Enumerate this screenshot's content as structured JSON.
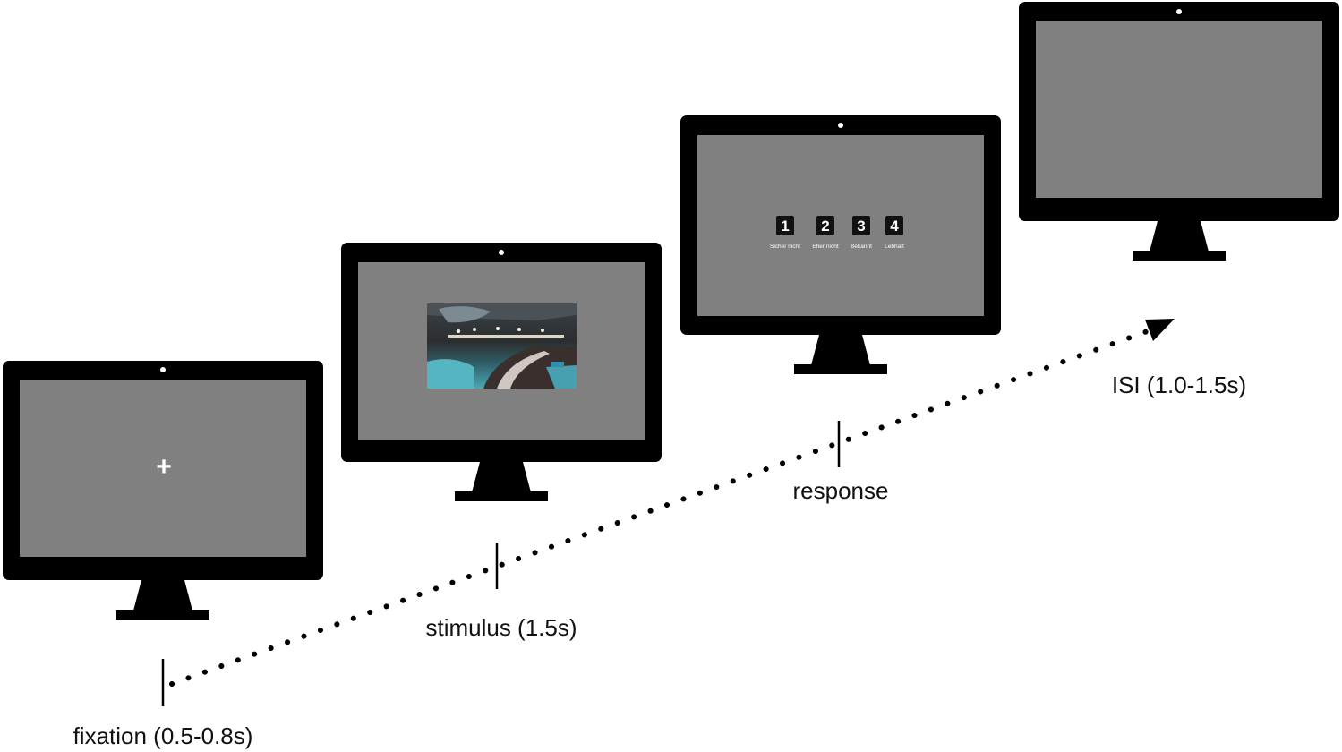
{
  "colors": {
    "bezel": "#000000",
    "screen": "#808080",
    "camera": "#ffffff",
    "fixation_cross": "#ffffff",
    "key_fill": "#111111",
    "timeline": "#000000"
  },
  "screens": [
    {
      "id": "fixation",
      "content": "fixation-cross",
      "cross": "+"
    },
    {
      "id": "stimulus",
      "content": "photo"
    },
    {
      "id": "response",
      "content": "rating-keys",
      "keys": [
        {
          "digit": "1",
          "caption": "Sicher nicht"
        },
        {
          "digit": "2",
          "caption": "Eher nicht"
        },
        {
          "digit": "3",
          "caption": "Bekannt"
        },
        {
          "digit": "4",
          "caption": "Lebhaft"
        }
      ]
    },
    {
      "id": "isi",
      "content": "blank"
    }
  ],
  "timeline": {
    "style": "dotted-arrow",
    "labels": {
      "fixation": "fixation (0.5-0.8s)",
      "stimulus": "stimulus (1.5s)",
      "response": "response",
      "isi": "ISI (1.0-1.5s)"
    }
  }
}
